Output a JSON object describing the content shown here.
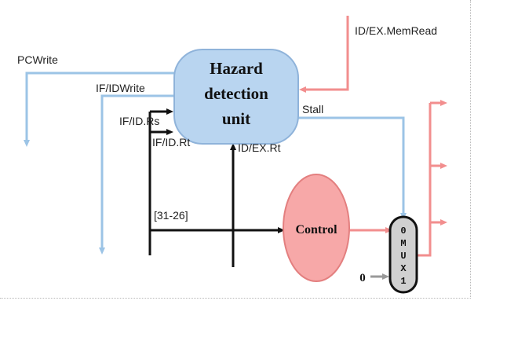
{
  "diagram": {
    "signals": {
      "pc_write": "PCWrite",
      "if_id_write": "IF/IDWrite",
      "id_ex_memread": "ID/EX.MemRead",
      "stall": "Stall",
      "if_id_rs": "IF/ID.Rs",
      "if_id_rt": "IF/ID.Rt",
      "id_ex_rt": "ID/EX.Rt",
      "instr_bits": "[31-26]"
    },
    "hazard_unit": {
      "line1": "Hazard",
      "line2": "detection",
      "line3": "unit"
    },
    "control_unit": {
      "label": "Control"
    },
    "mux": {
      "input0": "0",
      "letters": [
        "M",
        "U",
        "X"
      ],
      "input1": "1"
    },
    "constant_zero": "0",
    "colors": {
      "blue_wire": "#9cc4e6",
      "red_wire": "#f28e8e",
      "hazard_fill": "#b9d5f0",
      "hazard_stroke": "#8fb3da",
      "control_fill": "#f7a8a8",
      "control_stroke": "#e37f7f",
      "mux_fill": "#d0d0d0",
      "black_wire": "#111111",
      "gray_wire": "#999999"
    }
  }
}
